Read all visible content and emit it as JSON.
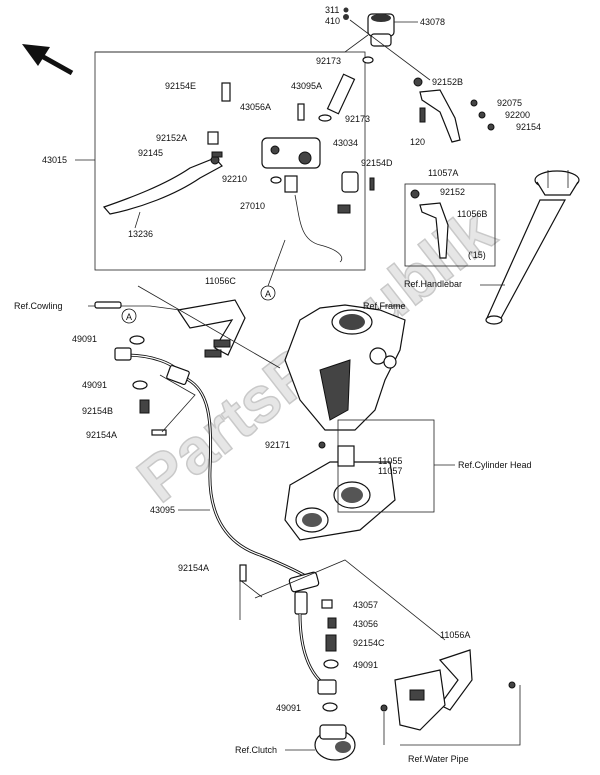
{
  "watermark": "PartsRepublik",
  "labels": [
    {
      "id": "l311",
      "text": "311"
    },
    {
      "id": "l410",
      "text": "410"
    },
    {
      "id": "l43078",
      "text": "43078"
    },
    {
      "id": "l92173a",
      "text": "92173"
    },
    {
      "id": "l43095a",
      "text": "43095A"
    },
    {
      "id": "l92173b",
      "text": "92173"
    },
    {
      "id": "l92152b",
      "text": "92152B"
    },
    {
      "id": "l92075",
      "text": "92075"
    },
    {
      "id": "l92200",
      "text": "92200"
    },
    {
      "id": "l92154",
      "text": "92154"
    },
    {
      "id": "l120",
      "text": "120"
    },
    {
      "id": "l11057a",
      "text": "11057A"
    },
    {
      "id": "l92152",
      "text": "92152"
    },
    {
      "id": "l11056b",
      "text": "11056B"
    },
    {
      "id": "l15",
      "text": "('15)"
    },
    {
      "id": "l92154e",
      "text": "92154E"
    },
    {
      "id": "l43056a",
      "text": "43056A"
    },
    {
      "id": "l92152a",
      "text": "92152A"
    },
    {
      "id": "l92145",
      "text": "92145"
    },
    {
      "id": "l43015",
      "text": "43015"
    },
    {
      "id": "l43034",
      "text": "43034"
    },
    {
      "id": "l92154d",
      "text": "92154D"
    },
    {
      "id": "l92210",
      "text": "92210"
    },
    {
      "id": "l27010",
      "text": "27010"
    },
    {
      "id": "l13236",
      "text": "13236"
    },
    {
      "id": "l11056c",
      "text": "11056C"
    },
    {
      "id": "lrefhandle",
      "text": "Ref.Handlebar"
    },
    {
      "id": "lrefcowl",
      "text": "Ref.Cowling"
    },
    {
      "id": "lrefframe",
      "text": "Ref.Frame"
    },
    {
      "id": "l49091a",
      "text": "49091"
    },
    {
      "id": "l49091b",
      "text": "49091"
    },
    {
      "id": "l92154b",
      "text": "92154B"
    },
    {
      "id": "l92154a1",
      "text": "92154A"
    },
    {
      "id": "l92171",
      "text": "92171"
    },
    {
      "id": "l11055",
      "text": "11055"
    },
    {
      "id": "l11057",
      "text": "11057"
    },
    {
      "id": "lrefcyl",
      "text": "Ref.Cylinder Head"
    },
    {
      "id": "l43095",
      "text": "43095"
    },
    {
      "id": "l92154a2",
      "text": "92154A"
    },
    {
      "id": "l43057",
      "text": "43057"
    },
    {
      "id": "l43056",
      "text": "43056"
    },
    {
      "id": "l92154c",
      "text": "92154C"
    },
    {
      "id": "l49091c",
      "text": "49091"
    },
    {
      "id": "l11056a",
      "text": "11056A"
    },
    {
      "id": "l49091d",
      "text": "49091"
    },
    {
      "id": "lrefclutch",
      "text": "Ref.Clutch"
    },
    {
      "id": "lrefwater",
      "text": "Ref.Water Pipe"
    },
    {
      "id": "la1",
      "text": "A"
    },
    {
      "id": "la2",
      "text": "A"
    }
  ]
}
